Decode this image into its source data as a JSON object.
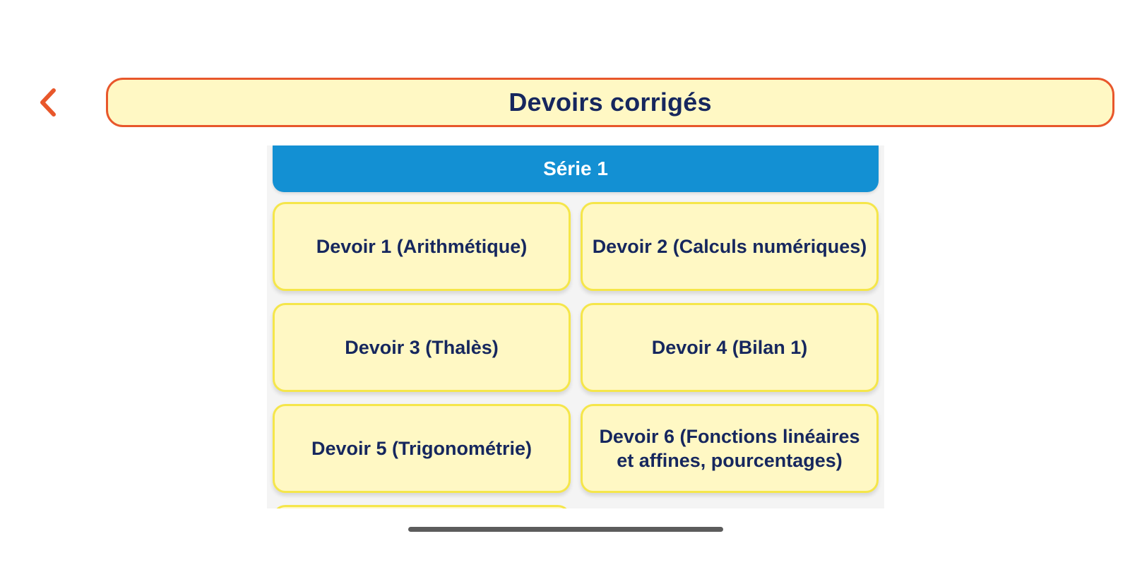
{
  "header": {
    "back_icon": "chevron-left-icon",
    "title": "Devoirs corrigés"
  },
  "colors": {
    "accent_orange": "#e8572b",
    "banner_fill": "#fff8c4",
    "card_border": "#f5e64a",
    "series_blue": "#1390d3",
    "text_navy": "#16275e"
  },
  "series": {
    "title": "Série 1",
    "items": [
      {
        "label": "Devoir 1 (Arithmétique)"
      },
      {
        "label": "Devoir 2 (Calculs numériques)"
      },
      {
        "label": "Devoir 3 (Thalès)"
      },
      {
        "label": "Devoir 4 (Bilan 1)"
      },
      {
        "label": "Devoir 5 (Trigonométrie)"
      },
      {
        "label": "Devoir 6 (Fonctions linéaires et affines, pourcentages)"
      }
    ]
  }
}
